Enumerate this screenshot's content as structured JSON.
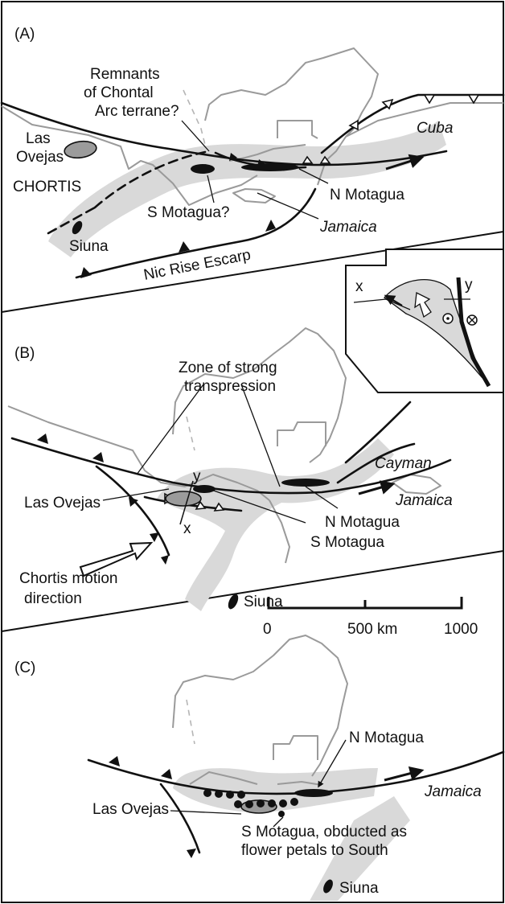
{
  "panelA": {
    "tag": "(A)",
    "remnants": [
      "Remnants",
      "of Chontal",
      "Arc terrane?"
    ],
    "cuba": "Cuba",
    "las_ovejas": [
      "Las",
      "Ovejas"
    ],
    "chortis": "CHORTIS",
    "s_motagua": "S Motagua?",
    "n_motagua": "N Motagua",
    "jamaica": "Jamaica",
    "siuna": "Siuna",
    "nic_rise": "Nic Rise Escarp"
  },
  "inset": {
    "x": "x",
    "y": "y"
  },
  "panelB": {
    "tag": "(B)",
    "zone": [
      "Zone of strong",
      "transpression"
    ],
    "cayman": "Cayman",
    "jamaica": "Jamaica",
    "las_ovejas": "Las Ovejas",
    "y": "y",
    "x": "x",
    "n_motagua": "N Motagua",
    "s_motagua": "S Motagua",
    "chortis_motion": [
      "Chortis motion",
      "direction"
    ],
    "siuna": "Siuna"
  },
  "scale": {
    "ticks": [
      "0",
      "500 km",
      "1000"
    ]
  },
  "panelC": {
    "tag": "(C)",
    "n_motagua": "N Motagua",
    "jamaica": "Jamaica",
    "las_ovejas": "Las Ovejas",
    "s_motagua": [
      "S Motagua, obducted as",
      "flower petals to South"
    ],
    "siuna": "Siuna"
  }
}
